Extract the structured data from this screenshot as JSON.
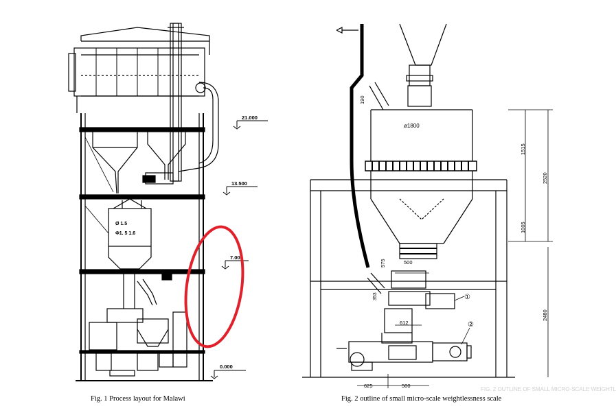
{
  "left_figure": {
    "caption": "Fig. 1 Process layout for Malawi",
    "elevations": [
      "21.000",
      "13.500",
      "7.000",
      "0.000"
    ],
    "tank_labels": [
      "Ø 1.5",
      "Φ1. 5 1.6"
    ]
  },
  "right_figure": {
    "caption": "Fig. 2 outline of small micro-scale weightlessness scale",
    "dimensions": {
      "diameter": "ø1800",
      "d_190": "190",
      "d_1515": "1515",
      "d_2520": "2520",
      "d_1005": "1005",
      "d_575": "575",
      "d_500_top": "500",
      "d_353": "353",
      "d_612": "612",
      "d_625": "625",
      "d_500_bottom": "500",
      "d_2480": "2480"
    },
    "callouts": [
      "①",
      "②"
    ]
  },
  "watermark": "FIG. 2 OUTLINE OF SMALL MICRO-SCALE WEIGHTL",
  "colors": {
    "highlight_ring": "#e0202a",
    "line": "#000000"
  }
}
